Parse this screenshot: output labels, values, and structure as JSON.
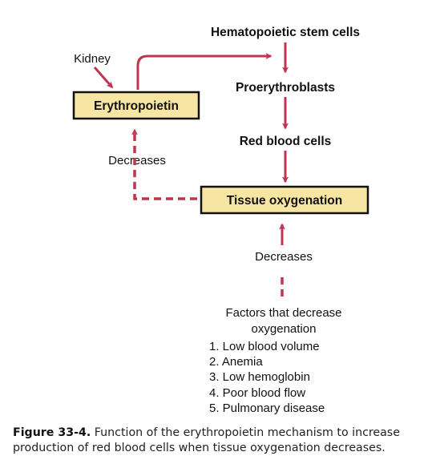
{
  "colors": {
    "arrow": "#c0344f",
    "box_fill": "#f7e6a3",
    "box_stroke": "#111111"
  },
  "nodes": {
    "stem_cells": "Hematopoietic stem cells",
    "proerythroblasts": "Proerythroblasts",
    "red_blood_cells": "Red blood cells",
    "tissue_oxygenation": "Tissue oxygenation",
    "erythropoietin": "Erythropoietin",
    "kidney": "Kidney"
  },
  "edge_labels": {
    "decreases_left": "Decreases",
    "decreases_bottom": "Decreases"
  },
  "factors": {
    "heading_line1": "Factors that decrease",
    "heading_line2": "oxygenation",
    "items": [
      "1. Low blood volume",
      "2. Anemia",
      "3. Low hemoglobin",
      "4. Poor blood flow",
      "5. Pulmonary disease"
    ]
  },
  "caption": {
    "figure_number": "Figure 33-4.",
    "text": "Function of the erythropoietin mechanism to increase production of red blood cells when tissue oxygenation decreases."
  }
}
